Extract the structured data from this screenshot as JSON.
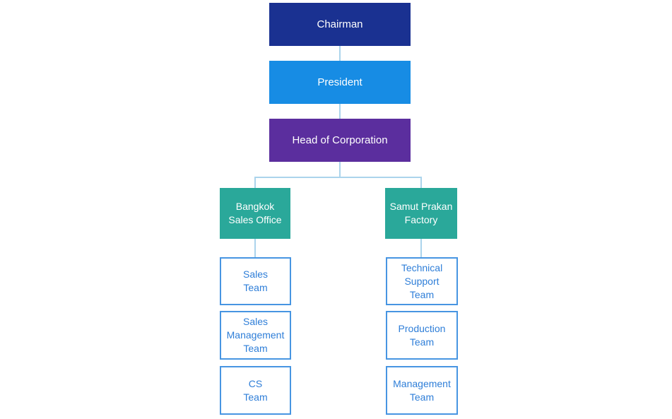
{
  "colors": {
    "chairman_bg": "#1a3191",
    "president_bg": "#178ce4",
    "head_bg": "#5b2e9e",
    "branch_bg": "#2aa89a",
    "team_border": "#4795e2",
    "team_text": "#2e7ed8",
    "chain_text": "#ffffff",
    "connector": "#abd4ec"
  },
  "chart": {
    "type": "org-chart",
    "chain": [
      {
        "label": "Chairman"
      },
      {
        "label": "President"
      },
      {
        "label": "Head of Corporation"
      }
    ],
    "branches": [
      {
        "label": "Bangkok\nSales Office",
        "teams": [
          {
            "label": "Sales\nTeam"
          },
          {
            "label": "Sales\nManagement\nTeam"
          },
          {
            "label": "CS\nTeam"
          }
        ]
      },
      {
        "label": "Samut Prakan\nFactory",
        "teams": [
          {
            "label": "Technical\nSupport\nTeam"
          },
          {
            "label": "Production\nTeam"
          },
          {
            "label": "Management\nTeam"
          }
        ]
      }
    ]
  }
}
